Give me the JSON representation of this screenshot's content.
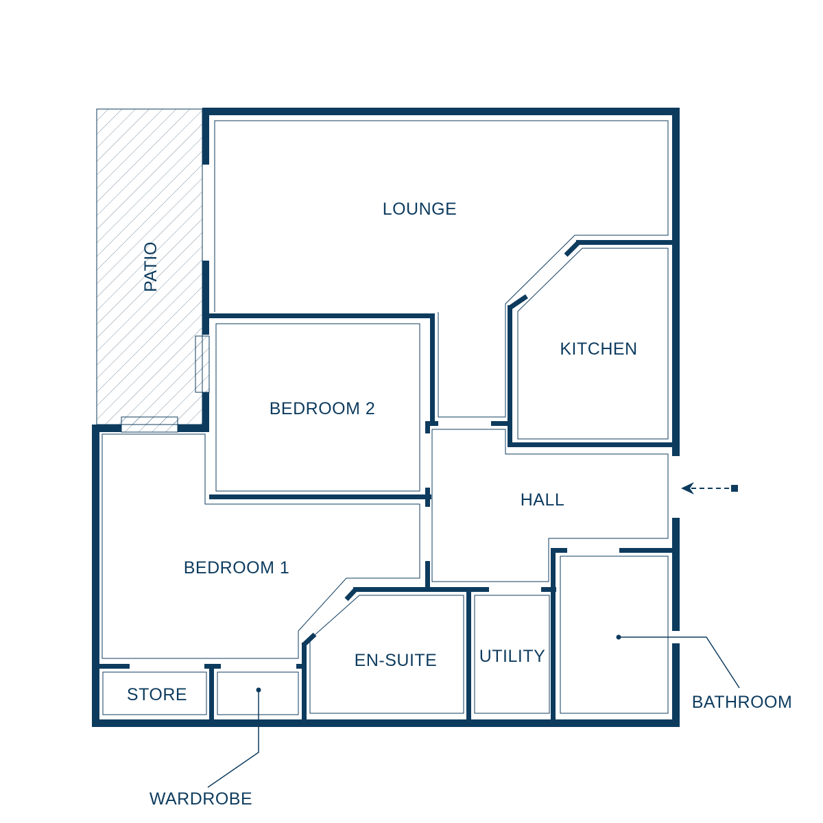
{
  "plan": {
    "colors": {
      "wall": "#0d3b5e",
      "background": "#ffffff"
    },
    "rooms": {
      "lounge": "LOUNGE",
      "patio": "PATIO",
      "kitchen": "KITCHEN",
      "bedroom2": "BEDROOM 2",
      "hall": "HALL",
      "bedroom1": "BEDROOM 1",
      "ensuite": "EN-SUITE",
      "utility": "UTILITY",
      "store": "STORE",
      "bathroom": "BATHROOM",
      "wardrobe": "WARDROBE"
    },
    "icons": {
      "entrance": "entrance-arrow-icon"
    }
  }
}
